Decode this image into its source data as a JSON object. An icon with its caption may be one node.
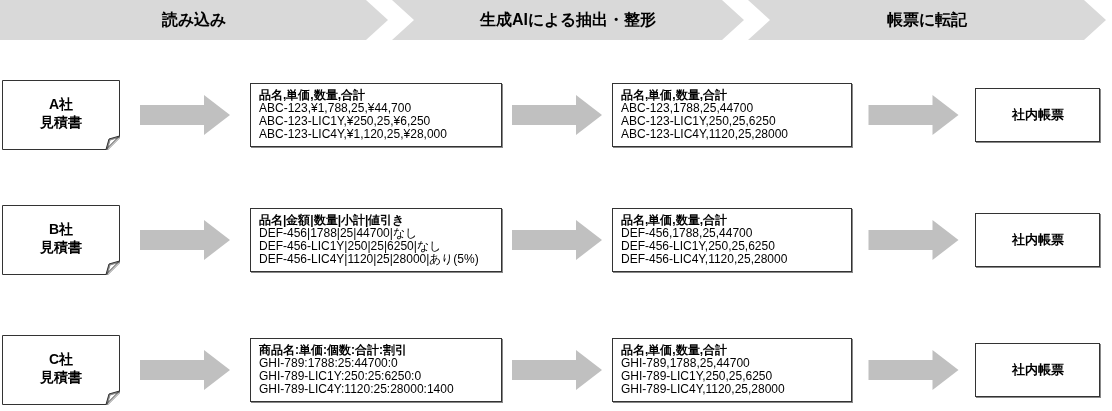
{
  "diagram": {
    "nodes": [
      {
        "text": [
          "読み込み"
        ]
      },
      {
        "text": [
          "生成AIによる抽出・整形"
        ]
      },
      {
        "text": [
          "帳票に転記"
        ]
      },
      {
        "text": [
          "A社",
          "見積書"
        ]
      },
      {
        "text": [
          "品名,単価,数量,合計",
          "ABC-123,¥1,788,25,¥44,700",
          "ABC-123-LIC1Y,¥250,25,¥6,250",
          "ABC-123-LIC4Y,¥1,120,25,¥28,000"
        ]
      },
      {
        "text": [
          "品名,単価,数量,合計",
          "ABC-123,1788,25,44700",
          "ABC-123-LIC1Y,250,25,6250",
          "ABC-123-LIC4Y,1120,25,28000"
        ]
      },
      {
        "text": [
          "社内帳票"
        ]
      },
      {
        "text": [
          "B社",
          "見積書"
        ]
      },
      {
        "text": [
          "品名|金額|数量|小計|値引き",
          "DEF-456|1788|25|44700|なし",
          "DEF-456-LIC1Y|250|25|6250|なし",
          "DEF-456-LIC4Y|1120|25|28000|あり(5%)"
        ]
      },
      {
        "text": [
          "品名,単価,数量,合計",
          "DEF-456,1788,25,44700",
          "DEF-456-LIC1Y,250,25,6250",
          "DEF-456-LIC4Y,1120,25,28000"
        ]
      },
      {
        "text": [
          "社内帳票"
        ]
      },
      {
        "text": [
          "C社",
          "見積書"
        ]
      },
      {
        "text": [
          "商品名:単価:個数:合計:割引",
          "GHI-789:1788:25:44700:0",
          "GHI-789-LIC1Y:250:25:6250:0",
          "GHI-789-LIC4Y:1120:25:28000:1400"
        ]
      },
      {
        "text": [
          "品名,単価,数量,合計",
          "GHI-789,1788,25,44700",
          "GHI-789-LIC1Y,250,25,6250",
          "GHI-789-LIC4Y,1120,25,28000"
        ]
      },
      {
        "text": [
          "社内帳票"
        ]
      }
    ],
    "edges": [
      {
        "from": 3,
        "to": 4,
        "arrow": "to"
      },
      {
        "from": 4,
        "to": 5,
        "arrow": "to"
      },
      {
        "from": 5,
        "to": 6,
        "arrow": "to"
      },
      {
        "from": 7,
        "to": 8,
        "arrow": "to"
      },
      {
        "from": 8,
        "to": 9,
        "arrow": "to"
      },
      {
        "from": 9,
        "to": 10,
        "arrow": "to"
      },
      {
        "from": 11,
        "to": 12,
        "arrow": "to"
      },
      {
        "from": 12,
        "to": 13,
        "arrow": "to"
      },
      {
        "from": 13,
        "to": 14,
        "arrow": "to"
      }
    ]
  }
}
